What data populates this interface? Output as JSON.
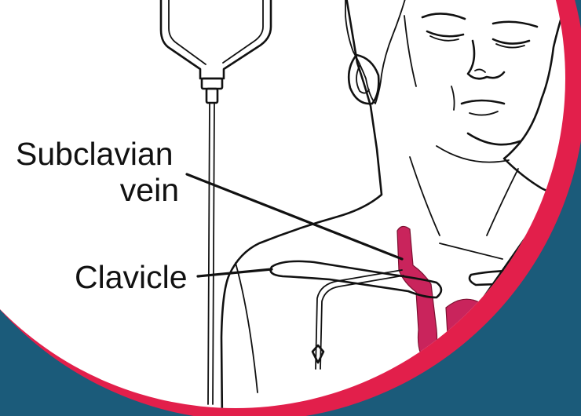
{
  "labels": {
    "subclavian_line1": "Subclavian",
    "subclavian_line2": "vein",
    "clavicle": "Clavicle"
  },
  "colors": {
    "background": "#1b5b7a",
    "rim": "#e21f4b",
    "panel": "#ffffff",
    "hair": "#8b4a2b",
    "skin": "#fcefeb",
    "vein": "#c9245c",
    "outline": "#111111"
  }
}
